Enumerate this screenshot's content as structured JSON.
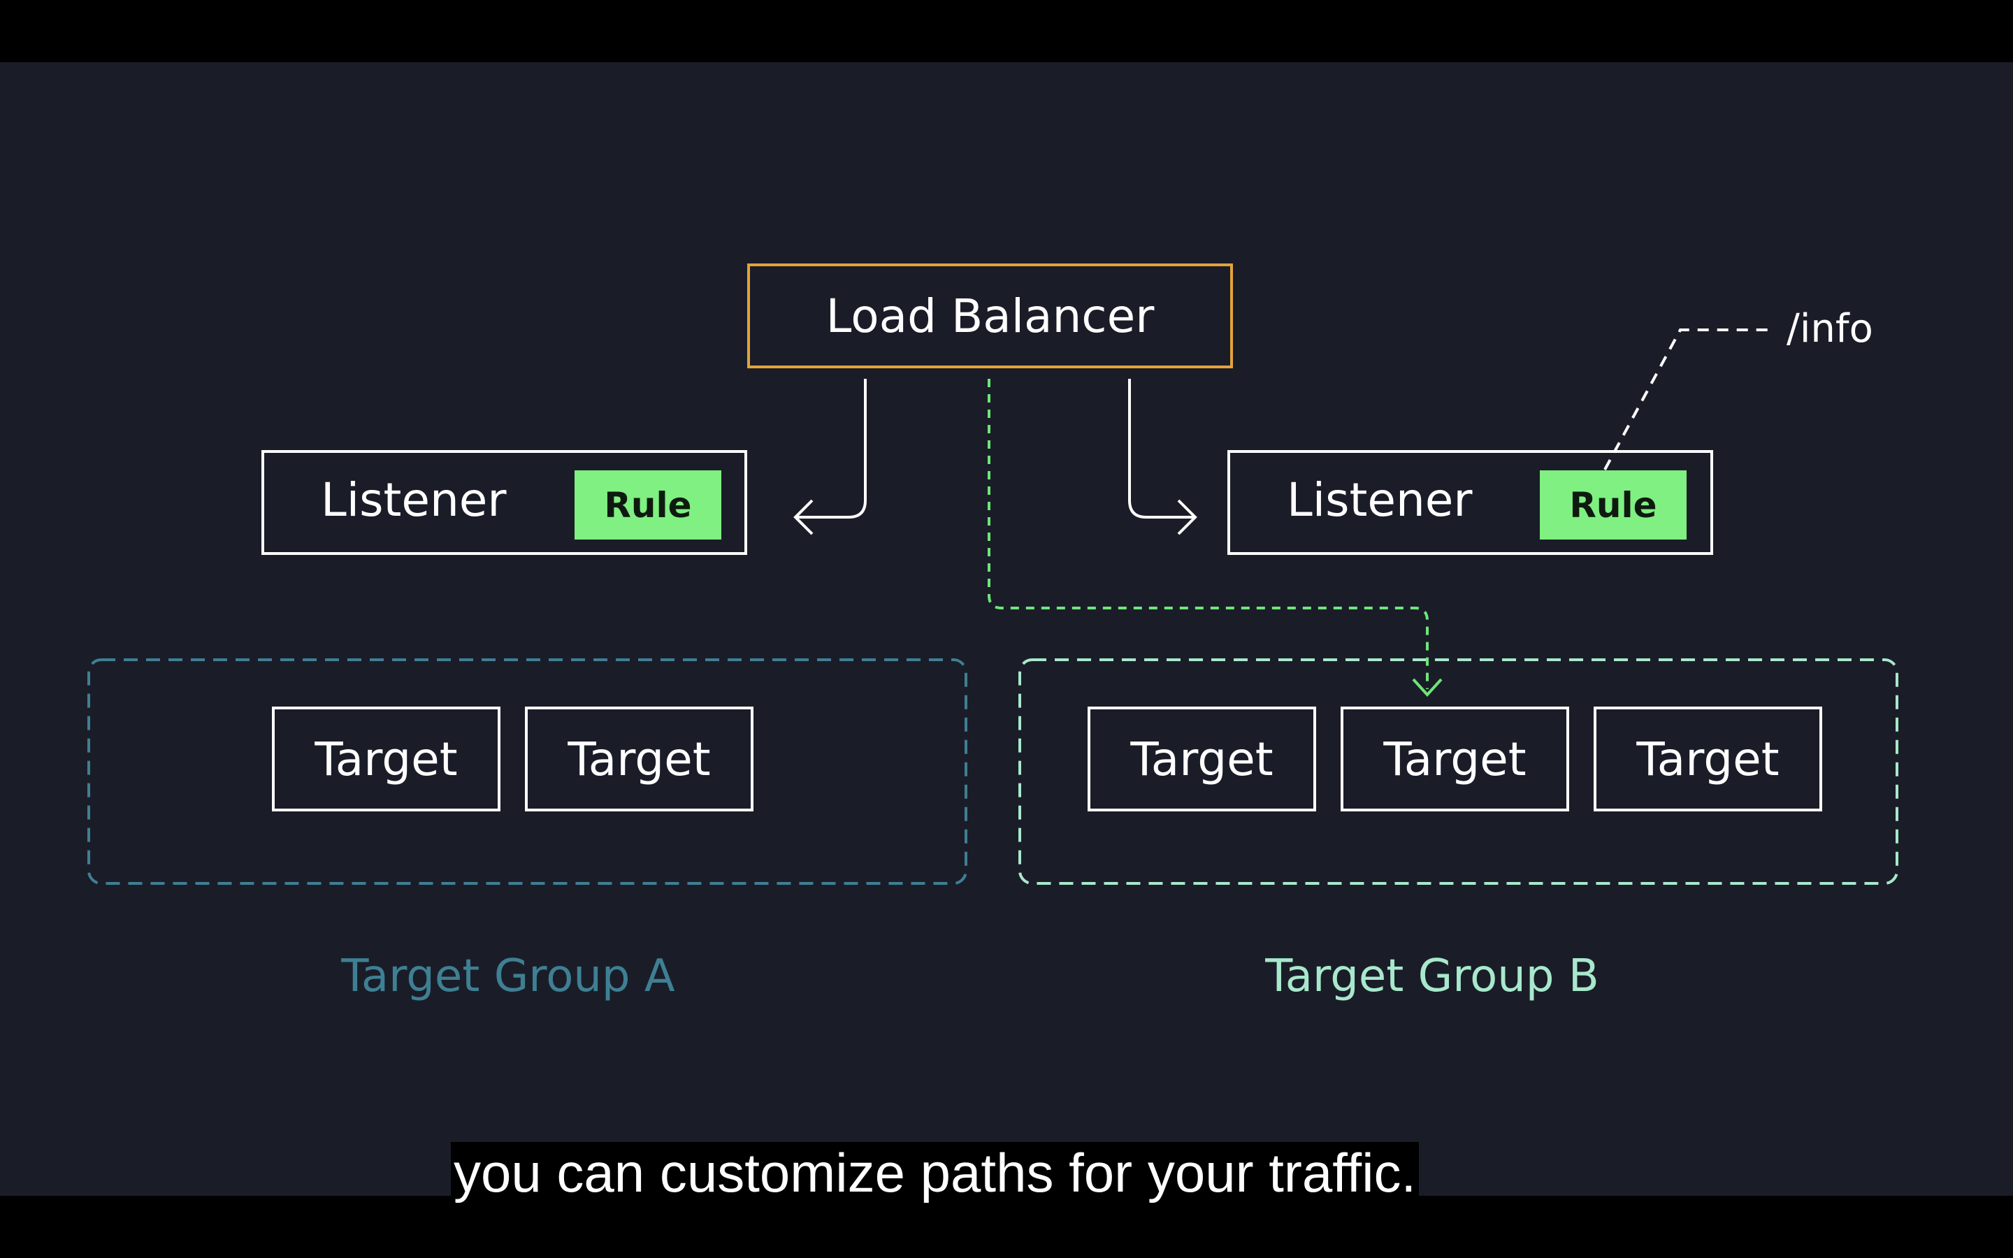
{
  "diagram": {
    "load_balancer": {
      "label": "Load Balancer"
    },
    "listener_left": {
      "label": "Listener",
      "rule": "Rule"
    },
    "listener_right": {
      "label": "Listener",
      "rule": "Rule"
    },
    "path_annotation": "/info",
    "target_group_a": {
      "label": "Target Group A",
      "targets": [
        "Target",
        "Target"
      ]
    },
    "target_group_b": {
      "label": "Target Group B",
      "targets": [
        "Target",
        "Target",
        "Target"
      ]
    }
  },
  "subtitle": "you can customize paths for your traffic.",
  "colors": {
    "background": "#1a1d28",
    "letterbox": "#000000",
    "load_balancer_border": "#e3a33a",
    "rule_fill": "#7ff081",
    "group_a": "#3f7f93",
    "group_b": "#a8e8cc",
    "routing_path": "#6fe57a"
  }
}
